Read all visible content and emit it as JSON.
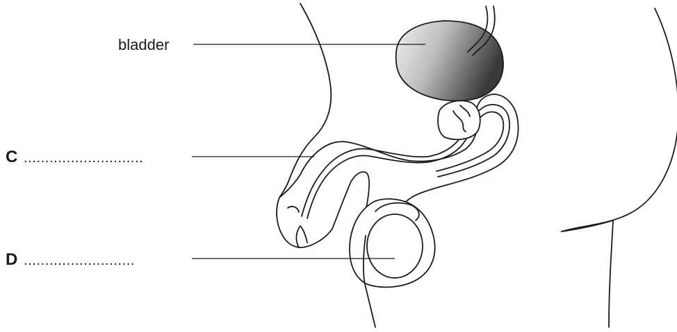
{
  "labels": {
    "bladder": "bladder",
    "c_letter": "C",
    "c_blank": "............................",
    "d_letter": "D",
    "d_blank": ".........................."
  },
  "colors": {
    "bladder_light": "#f2f2f2",
    "bladder_dark": "#3a3a3a"
  }
}
